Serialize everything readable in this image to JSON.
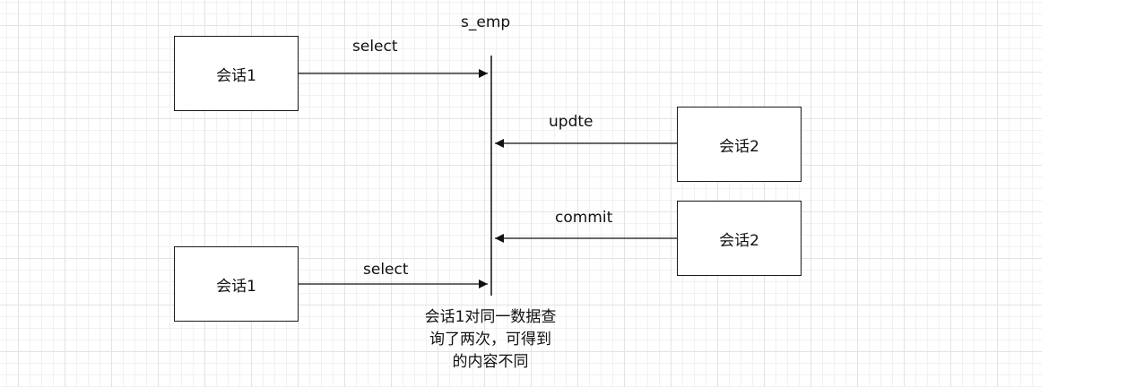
{
  "table_label": "s_emp",
  "boxes": {
    "session1_top": "会话1",
    "session2_update": "会话2",
    "session2_commit": "会话2",
    "session1_bottom": "会话1"
  },
  "arrows": {
    "select_top": "select",
    "update": "updte",
    "commit": "commit",
    "select_bottom": "select"
  },
  "note": {
    "line1": "会话1对同一数据查",
    "line2": "询了两次，可得到",
    "line3": "的内容不同"
  }
}
